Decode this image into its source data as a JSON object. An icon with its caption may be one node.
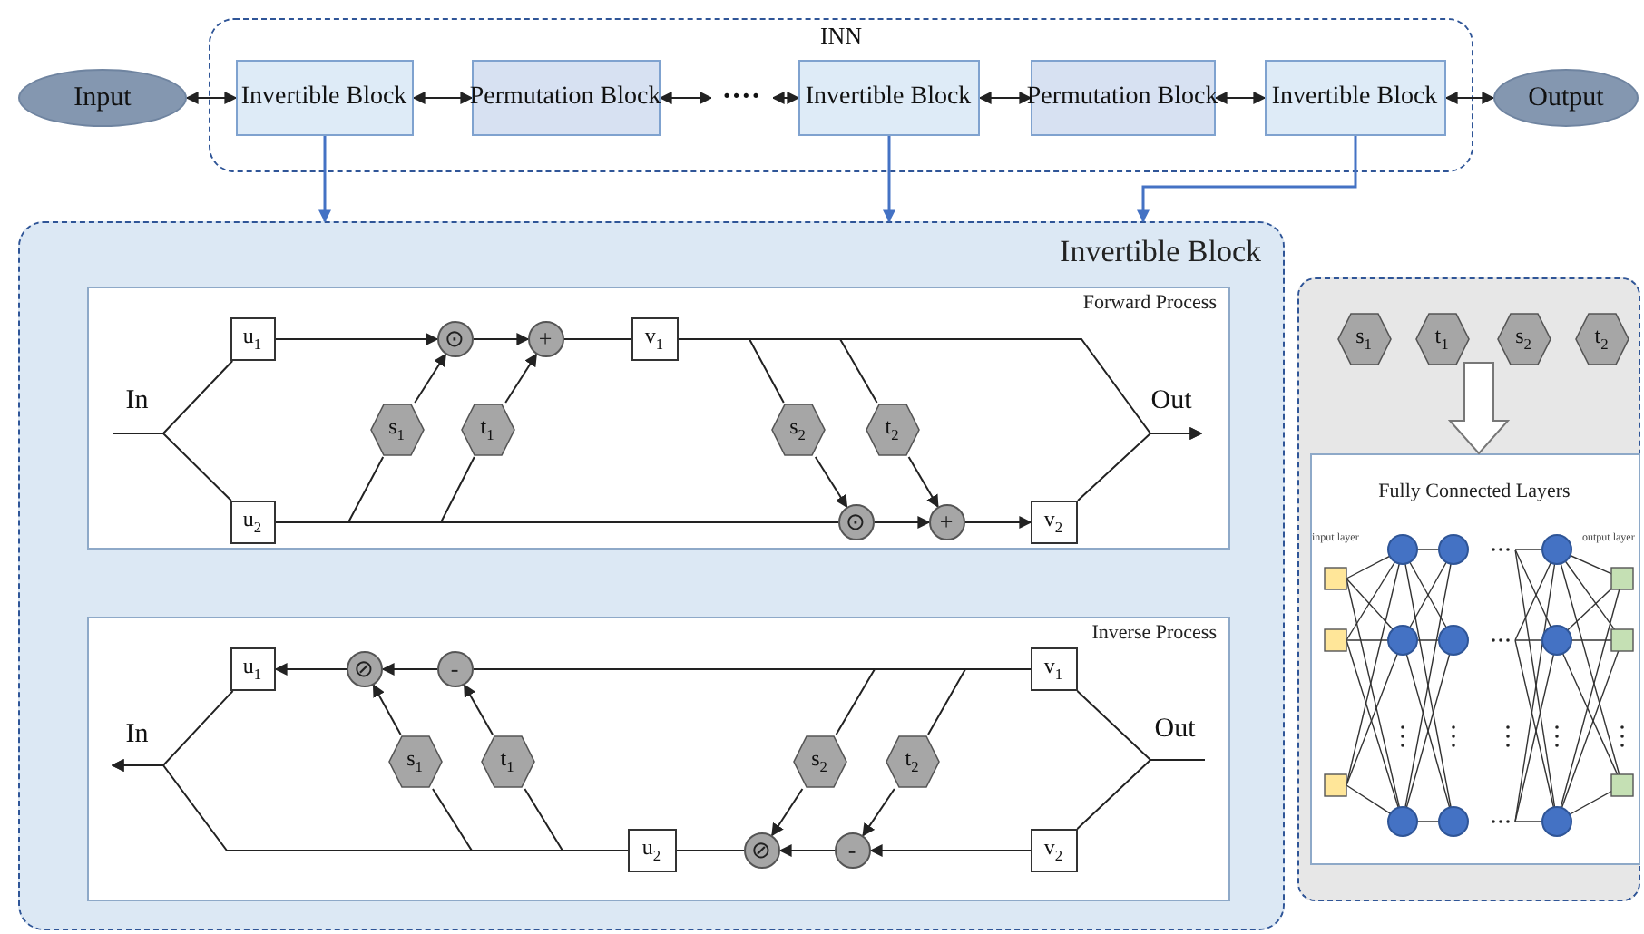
{
  "diagram": {
    "nodes": [
      {
        "text": [
          "INN"
        ]
      },
      {
        "text": [
          "Input"
        ]
      },
      {
        "text": [
          "Invertible Block"
        ],
        "in": 0
      },
      {
        "text": [
          "Permutation Block"
        ],
        "in": 0
      },
      {
        "text": [
          "····"
        ],
        "in": 0
      },
      {
        "text": [
          "Invertible Block"
        ],
        "in": 0
      },
      {
        "text": [
          "Permutation Block"
        ],
        "in": 0
      },
      {
        "text": [
          "Invertible Block"
        ],
        "in": 0
      },
      {
        "text": [
          "Output"
        ]
      },
      {
        "text": [
          "Invertible Block"
        ]
      },
      {
        "text": [
          "Forward Process"
        ],
        "in": 9
      },
      {
        "text": [
          "In"
        ],
        "in": 10
      },
      {
        "text": [
          "u$_{1}$"
        ],
        "in": 10
      },
      {
        "text": [
          "⊙"
        ],
        "in": 10
      },
      {
        "text": [
          "+"
        ],
        "in": 10
      },
      {
        "text": [
          "v$_{1}$"
        ],
        "in": 10
      },
      {
        "text": [
          "s$_{1}$"
        ],
        "in": 10
      },
      {
        "text": [
          "t$_{1}$"
        ],
        "in": 10
      },
      {
        "text": [
          "s$_{2}$"
        ],
        "in": 10
      },
      {
        "text": [
          "t$_{2}$"
        ],
        "in": 10
      },
      {
        "text": [
          "Out"
        ],
        "in": 10
      },
      {
        "text": [
          "u$_{2}$"
        ],
        "in": 10
      },
      {
        "text": [
          "⊙"
        ],
        "in": 10
      },
      {
        "text": [
          "+"
        ],
        "in": 10
      },
      {
        "text": [
          "v$_{2}$"
        ],
        "in": 10
      },
      {
        "text": [
          "Inverse Process"
        ],
        "in": 9
      },
      {
        "text": [
          "u$_{1}$"
        ],
        "in": 25
      },
      {
        "text": [
          "⊘"
        ],
        "in": 25
      },
      {
        "text": [
          "-"
        ],
        "in": 25
      },
      {
        "text": [
          "v$_{1}$"
        ],
        "in": 25
      },
      {
        "text": [
          "In"
        ],
        "in": 25
      },
      {
        "text": [
          "s$_{1}$"
        ],
        "in": 25
      },
      {
        "text": [
          "t$_{1}$"
        ],
        "in": 25
      },
      {
        "text": [
          "s$_{2}$"
        ],
        "in": 25
      },
      {
        "text": [
          "t$_{2}$"
        ],
        "in": 25
      },
      {
        "text": [
          "Out"
        ],
        "in": 25
      },
      {
        "text": [
          "u$_{2}$"
        ],
        "in": 25
      },
      {
        "text": [
          "⊘"
        ],
        "in": 25
      },
      {
        "text": [
          "-"
        ],
        "in": 25
      },
      {
        "text": [
          "v$_{2}$"
        ],
        "in": 25
      },
      {
        "text": [],
        "shape": "box"
      },
      {
        "text": [
          "s$_{1}$"
        ],
        "in": 40
      },
      {
        "text": [
          "t$_{1}$"
        ],
        "in": 40
      },
      {
        "text": [
          "s$_{2}$"
        ],
        "in": 40
      },
      {
        "text": [
          "t$_{2}$"
        ],
        "in": 40
      },
      {
        "text": [
          "Fully Connected Layers"
        ],
        "in": 40
      }
    ],
    "edges": [
      {
        "from": 1,
        "to": 2,
        "arrow": "both"
      },
      {
        "from": 2,
        "to": 3,
        "arrow": "both"
      },
      {
        "from": 3,
        "to": 4,
        "arrow": "both"
      },
      {
        "from": 4,
        "to": 5,
        "arrow": "both"
      },
      {
        "from": 5,
        "to": 6,
        "arrow": "both"
      },
      {
        "from": 6,
        "to": 7,
        "arrow": "both"
      },
      {
        "from": 7,
        "to": 8,
        "arrow": "both"
      },
      {
        "from": 2,
        "to": 9,
        "arrow": "to",
        "color": "#4472c4"
      },
      {
        "from": 5,
        "to": 9,
        "arrow": "to",
        "color": "#4472c4"
      },
      {
        "from": 7,
        "to": 9,
        "arrow": "to",
        "color": "#4472c4"
      },
      {
        "from": 11,
        "to": 12,
        "arrow": "none"
      },
      {
        "from": 11,
        "to": 21,
        "arrow": "none"
      },
      {
        "from": 12,
        "to": 13,
        "arrow": "to"
      },
      {
        "from": 13,
        "to": 14,
        "arrow": "to"
      },
      {
        "from": 14,
        "to": 15,
        "arrow": "none"
      },
      {
        "from": 21,
        "to": 16,
        "arrow": "none"
      },
      {
        "from": 16,
        "to": 13,
        "arrow": "to"
      },
      {
        "from": 21,
        "to": 17,
        "arrow": "none"
      },
      {
        "from": 17,
        "to": 14,
        "arrow": "to"
      },
      {
        "from": 21,
        "to": 22,
        "arrow": "none"
      },
      {
        "from": 15,
        "to": 18,
        "arrow": "none"
      },
      {
        "from": 18,
        "to": 22,
        "arrow": "to"
      },
      {
        "from": 15,
        "to": 19,
        "arrow": "none"
      },
      {
        "from": 19,
        "to": 23,
        "arrow": "to"
      },
      {
        "from": 22,
        "to": 23,
        "arrow": "to"
      },
      {
        "from": 23,
        "to": 24,
        "arrow": "to"
      },
      {
        "from": 15,
        "to": 20,
        "arrow": "to"
      },
      {
        "from": 24,
        "to": 20,
        "arrow": "to"
      },
      {
        "from": 29,
        "to": 28,
        "arrow": "none"
      },
      {
        "from": 28,
        "to": 27,
        "arrow": "to"
      },
      {
        "from": 27,
        "to": 26,
        "arrow": "to"
      },
      {
        "from": 31,
        "to": 27,
        "arrow": "to"
      },
      {
        "from": 32,
        "to": 28,
        "arrow": "to"
      },
      {
        "from": 36,
        "to": 31,
        "arrow": "none"
      },
      {
        "from": 36,
        "to": 32,
        "arrow": "none"
      },
      {
        "from": 26,
        "to": 30,
        "arrow": "to"
      },
      {
        "from": 36,
        "to": 30,
        "arrow": "to"
      },
      {
        "from": 29,
        "to": 33,
        "arrow": "none"
      },
      {
        "from": 33,
        "to": 37,
        "arrow": "to"
      },
      {
        "from": 29,
        "to": 34,
        "arrow": "none"
      },
      {
        "from": 34,
        "to": 38,
        "arrow": "to"
      },
      {
        "from": 39,
        "to": 38,
        "arrow": "to"
      },
      {
        "from": 38,
        "to": 37,
        "arrow": "to"
      },
      {
        "from": 37,
        "to": 36,
        "arrow": "none"
      },
      {
        "from": 35,
        "to": 29,
        "arrow": "none"
      },
      {
        "from": 35,
        "to": 39,
        "arrow": "none"
      },
      {
        "from": null,
        "to": 45,
        "arrow": "to",
        "style": "thick"
      }
    ],
    "labels": [
      "input layer",
      "output layer"
    ]
  }
}
